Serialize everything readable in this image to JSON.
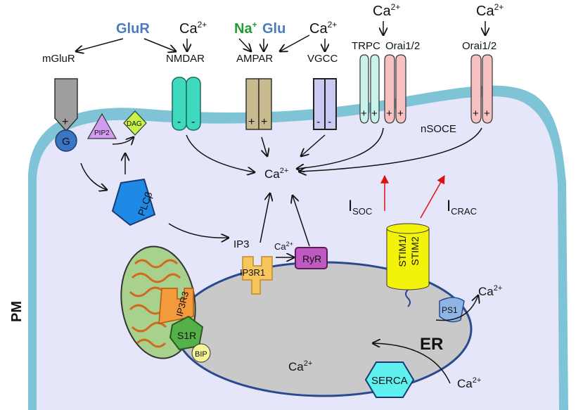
{
  "top_labels": {
    "glur": "GluR",
    "ca_nmdar": "Ca",
    "na": "Na",
    "glu": "Glu",
    "ca_ampar": "Ca",
    "ca_trpc": "Ca",
    "ca_orai": "Ca",
    "sup_2plus": "2+",
    "sup_plus": "+"
  },
  "receptors": {
    "mglur": "mGluR",
    "nmdar": "NMDAR",
    "ampar": "AMPAR",
    "vgcc": "VGCC",
    "trpc": "TRPC",
    "orai12a": "Orai1/2",
    "orai12b": "Orai1/2"
  },
  "signs": {
    "plus": "+",
    "minus": "-"
  },
  "molecules": {
    "g": "G",
    "pip2": "PIP2",
    "dag": "DAG",
    "plcb": "PLCβ",
    "ip3": "IP3",
    "ip3r1": "IP3R1",
    "ryr": "RyR",
    "stim_line1": "STIM1/",
    "stim_line2": "STIM2",
    "ip3r3": "IP3R3",
    "s1r": "S1R",
    "bip": "BIP",
    "ps1": "PS1",
    "serca": "SERCA"
  },
  "labels": {
    "nsoce": "nSOCE",
    "cyto_ca": "Ca",
    "isoc_main": "I",
    "isoc_sub": "SOC",
    "icrac_main": "I",
    "icrac_sub": "CRAC",
    "er": "ER",
    "er_ca": "Ca",
    "ryr_ca": "Ca",
    "ps1_ca": "Ca",
    "serca_ca": "Ca",
    "pm": "PM"
  },
  "colors": {
    "membrane": "#7fc4d6",
    "cytoplasm": "#e6e6fa",
    "er": "#c9c9c9",
    "nmdar": "#3fd9bf",
    "ampar": "#c9b98f",
    "vgcc": "#c9c9f2",
    "trpc": "#c9f2ea",
    "orai": "#f7c1c1",
    "mglur": "#9e9e9e",
    "g": "#3a75c4",
    "pip2": "#d49cf0",
    "dag": "#c7f24a",
    "plcb": "#1e8ae6",
    "ip3r": "#f7c75e",
    "ryr": "#c059c0",
    "stim": "#f2f20a",
    "mito": "#a9d18e",
    "ip3r3": "#f39a3c",
    "s1r": "#56b04a",
    "bip": "#f5f59a",
    "ps1": "#8fb4e6",
    "serca": "#5ff0f0",
    "glu_blue": "#4a7bc0",
    "na_green": "#1e9e2e",
    "red_arrow": "#e01010"
  }
}
